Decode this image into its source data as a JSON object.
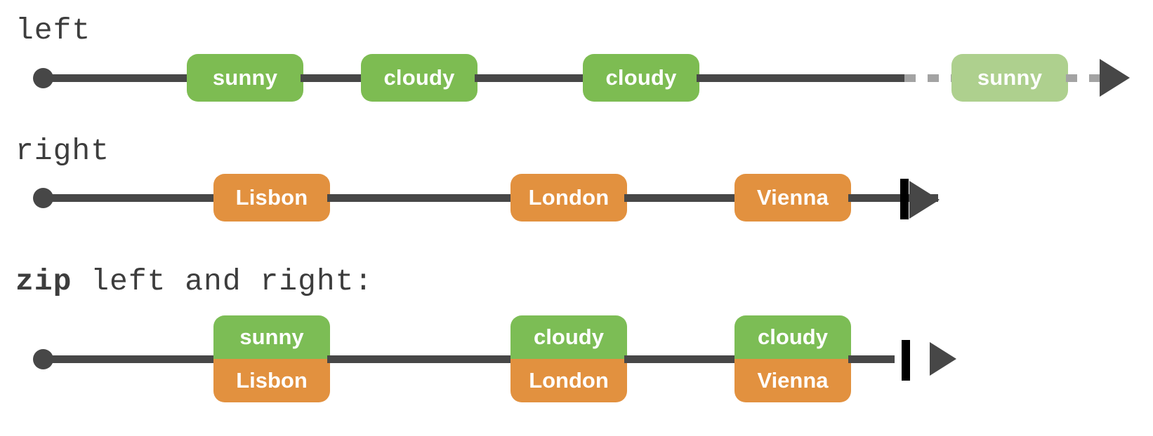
{
  "rows": [
    {
      "label": "left",
      "label_prefix": "",
      "items": [
        {
          "text": "sunny",
          "state": "solid"
        },
        {
          "text": "cloudy",
          "state": "solid"
        },
        {
          "text": "cloudy",
          "state": "solid"
        },
        {
          "text": "sunny",
          "state": "faded"
        }
      ],
      "terminator": "arrow",
      "has_end_bar": false
    },
    {
      "label": "right",
      "label_prefix": "",
      "items": [
        {
          "text": "Lisbon",
          "state": "solid"
        },
        {
          "text": "London",
          "state": "solid"
        },
        {
          "text": "Vienna",
          "state": "solid"
        }
      ],
      "terminator": "arrow",
      "has_end_bar": true
    },
    {
      "label": " left and right:",
      "label_prefix": "zip",
      "items": [
        {
          "top": "sunny",
          "bottom": "Lisbon"
        },
        {
          "top": "cloudy",
          "bottom": "London"
        },
        {
          "top": "cloudy",
          "bottom": "Vienna"
        }
      ],
      "terminator": "arrow",
      "has_end_bar": true
    }
  ],
  "colors": {
    "green": "#7cbd55",
    "green_faded": "#aed08e",
    "orange": "#e2913f",
    "line": "#474747",
    "dash": "#a3a3a3",
    "end_bar": "#000000",
    "text_dark": "#3d3d3d",
    "box_text": "#ffffff",
    "background": "#ffffff"
  }
}
